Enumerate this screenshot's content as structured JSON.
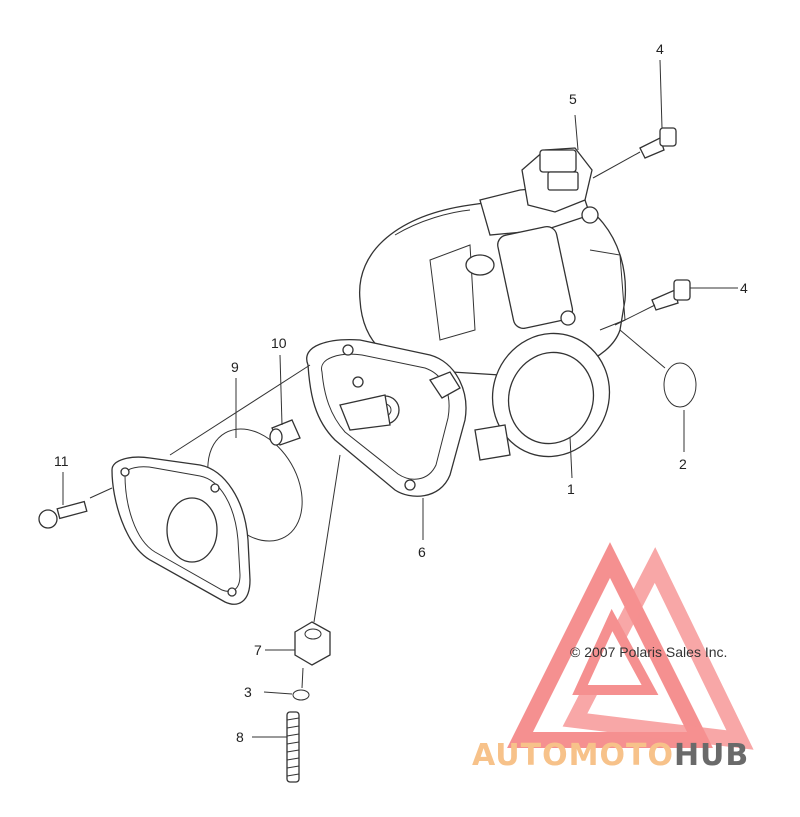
{
  "callouts": [
    {
      "id": "1",
      "text": "1"
    },
    {
      "id": "2",
      "text": "2"
    },
    {
      "id": "3",
      "text": "3"
    },
    {
      "id": "4a",
      "text": "4"
    },
    {
      "id": "4b",
      "text": "4"
    },
    {
      "id": "5",
      "text": "5"
    },
    {
      "id": "6",
      "text": "6"
    },
    {
      "id": "7",
      "text": "7"
    },
    {
      "id": "8",
      "text": "8"
    },
    {
      "id": "9",
      "text": "9"
    },
    {
      "id": "10",
      "text": "10"
    },
    {
      "id": "11",
      "text": "11"
    }
  ],
  "copyright": "© 2007 Polaris Sales Inc.",
  "watermark": {
    "part1": "AUTOMOTO",
    "part2": "HUB",
    "color1": "#f7c28a",
    "color1b": "#f28c8c",
    "color2": "#6a6a6a",
    "logo_color": "#f26b6b"
  }
}
